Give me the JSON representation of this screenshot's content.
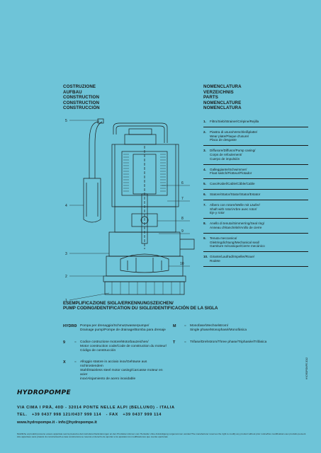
{
  "headings_left": [
    "COSTRUZIONE",
    "AUFBAU",
    "CONSTRUCTION",
    "CONSTRUCTION",
    "CONSTRUCCIÓN"
  ],
  "headings_right": [
    "NOMENCLATURA",
    "VERZEICHNIS",
    "PARTS",
    "NOMENCLATURE",
    "NOMENCLATURA"
  ],
  "drawing_labels": [
    "5",
    "6",
    "7",
    "8",
    "9",
    "4",
    "3",
    "2",
    "10",
    "1"
  ],
  "parts": [
    {
      "num": "1.",
      "text": "Filtro/Sieb/Strainer/Crépine/Rejilla"
    },
    {
      "num": "2.",
      "text": "Piastra di usura/Verschleißplatte/\nWear plate/Plaque d'usure/\nPlaca de desgaste"
    },
    {
      "num": "3.",
      "text": "Diffusore/Diffusor/Pump casing/\nCorps de refoulement/\nCuerpo de impulsión"
    },
    {
      "num": "4.",
      "text": "Galleggiante/Schwimmer/\nFloat switch/Flotteur/Flotador"
    },
    {
      "num": "5.",
      "text": "Cavo/Kabel/Cable/Câble/Cable"
    },
    {
      "num": "6.",
      "text": "Statore/Stator/Stator/Stator/Estator"
    },
    {
      "num": "7.",
      "text": "Albero con rotore/Welle mit Läufer/\nShaft with rotor/Arbre avec rotor/\nEje y rotor"
    },
    {
      "num": "8.",
      "text": "Anello di tenuta/Simmerring/Seal ring/\nAnneau d'étanchéité/Anillo de cierre"
    },
    {
      "num": "9.",
      "text": "Tenuta meccanica/\nGleitringdichtung/Mechanical seal/\nGarniture mécanique/Cierre mecánico"
    },
    {
      "num": "10.",
      "text": "Girante/Laufrad/Impeller/Roue/\nRodete"
    }
  ],
  "coding_title": [
    "ESEMPLIFICAZIONE SIGLA/ERKENNUNGSZEICHEN/",
    "PUMP CODING/IDENTIFICATION DU SIGLE/IDENTIFICACIÓN DE LA SIGLA"
  ],
  "coding": [
    {
      "key": "HYDRO",
      "eq": "=",
      "val": "Pompa per drenaggio/Schmutzwasserpumpe/\nDrainage pump/Pompe de drainage/Bomba para drenaje"
    },
    {
      "key": "9",
      "eq": "=",
      "val": "Codice costruzione motore/Motorbauzeichen/\nMotor construction code/Code de construction du moteur/\nCódigo de construcción"
    },
    {
      "key": "X",
      "eq": "=",
      "val": "Alloggio statore in acciaio inox/Gehäuse aus nichtrostendem\nStahl/Stainless steel motor casing/Carcasse moteur en acier\ninox/Alojamiento de acero inoxidable"
    },
    {
      "key": "M",
      "eq": "=",
      "val": "Monofase/Wechselstrom/\nSingle phase/Monophasé/Monofásica"
    },
    {
      "key": "T",
      "eq": "=",
      "val": "Trifase/Drehstrom/Three phase/Triphasée/Trifásica"
    }
  ],
  "logo": "HYDROPOMPE",
  "address": "VIA CIMA I PRÀ, 40D - 32014 PONTE NELLE ALPI (BELLUNO) - ITALIA",
  "tel_label": "TEL.",
  "tel_value": "+39 0437 998 121/0437 999 114",
  "fax_label": "- FAX",
  "fax_value": "+39 0437 999 114",
  "web": "www.hydropompe.it - info@hydropompe.it",
  "disclaimer": "Modifiche ai prodotti possono essere apportate senza preavviso dal costruttore/Veränderungen an den Produkten können vom Hersteller ohne Ankündigung vorgenommen werden/The manufacturer reserves the right to modify any product without prior notice/Des modifications aux produits peuvent être apportées sans préavis du constructeur/La casa constructora se reserva el derecho de aportar a los aparatos los modificaciones que cuenta oportunas",
  "side_code": "HYDROPOMPE 2012",
  "colors": {
    "background": "#6ec4d8",
    "text": "#1a1a1a"
  }
}
